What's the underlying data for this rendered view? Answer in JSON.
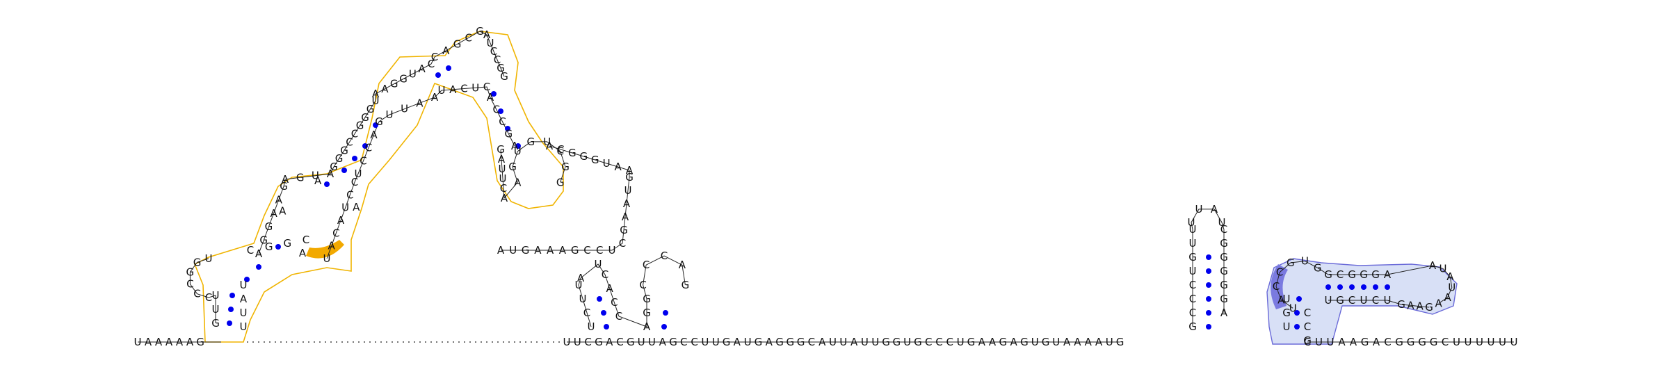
{
  "diagram": {
    "type": "rna-secondary-structure",
    "colors": {
      "base_text": "#111111",
      "backbone": "#222222",
      "pair_dot": "#0000ee",
      "highlight_outline": "#f0b400",
      "highlight_fill": "#f2a900",
      "highlight2_outline": "#6a6ad8",
      "highlight2_fill": "#d8e0f6",
      "highlight2_strong": "#7a7ae0"
    },
    "strand_left": [
      "U",
      "A",
      "A",
      "A",
      "A",
      "A",
      "G"
    ],
    "strand_mid": [
      "U",
      "U",
      "C",
      "G",
      "A",
      "C",
      "G",
      "U",
      "U",
      "A",
      "G",
      "C",
      "C",
      "U",
      "U",
      "G",
      "A",
      "U",
      "G",
      "A",
      "G",
      "G",
      "G",
      "C",
      "A",
      "U",
      "U",
      "A",
      "U",
      "U",
      "G",
      "G",
      "U",
      "G",
      "C",
      "C",
      "C",
      "U",
      "G",
      "A",
      "A",
      "G",
      "A",
      "G",
      "U",
      "G",
      "U",
      "A",
      "A",
      "A",
      "A",
      "U",
      "G"
    ],
    "strand_right": [
      "C",
      "U",
      "U",
      "A",
      "A",
      "G",
      "A",
      "C",
      "G",
      "G",
      "G",
      "G",
      "C",
      "U",
      "U",
      "U",
      "U",
      "U",
      "U"
    ],
    "hairpin_a": [
      "G",
      "U",
      "U",
      "C",
      "C",
      "C",
      "G",
      "G",
      "U",
      "U",
      "A",
      "U",
      "U",
      "C",
      "G",
      "G",
      "C",
      "A",
      "A",
      "A",
      "A"
    ],
    "arm_yellow_left": [
      "A",
      "G",
      "G",
      "A",
      "A",
      "G",
      "A",
      "G",
      "U",
      "A",
      "G",
      "G",
      "G",
      "C",
      "C",
      "G",
      "G",
      "G",
      "U",
      "A",
      "A",
      "G",
      "G",
      "U",
      "A",
      "C",
      "C",
      "A",
      "G",
      "C",
      "G",
      "A",
      "U",
      "C",
      "C",
      "G",
      "G"
    ],
    "arm_yellow_right": [
      "U",
      "A",
      "C",
      "A",
      "U",
      "C",
      "C",
      "U",
      "C",
      "C",
      "A",
      "G",
      "U",
      "U",
      "A",
      "A",
      "U",
      "A",
      "C",
      "U",
      "C",
      "A",
      "C",
      "C",
      "G",
      "A"
    ],
    "arm_inner": [
      "G",
      "A",
      "U",
      "U",
      "C",
      "A",
      "A",
      "G",
      "U",
      "G",
      "U",
      "C",
      "G",
      "G"
    ],
    "loop_big": [
      "A",
      "C",
      "G",
      "G",
      "G",
      "U",
      "A",
      "A",
      "G",
      "U",
      "A",
      "A",
      "G",
      "C",
      "U",
      "C",
      "C",
      "G",
      "A",
      "A",
      "A",
      "G",
      "U",
      "A"
    ],
    "small_hp": [
      "U",
      "C",
      "U",
      "U",
      "A",
      "U",
      "C",
      "A",
      "C",
      "C",
      "A",
      "G",
      "G",
      "C",
      "C",
      "C",
      "A",
      "G"
    ],
    "hp_right_left": [
      "G",
      "C",
      "C",
      "C",
      "U",
      "G",
      "U",
      "U"
    ],
    "hp_right_loop": [
      "U",
      "U",
      "A",
      "U"
    ],
    "hp_right_right": [
      "C",
      "G",
      "G",
      "G",
      "G",
      "G",
      "A"
    ],
    "blue_loop": [
      "U",
      "A",
      "C",
      "C",
      "G",
      "U",
      "G"
    ],
    "blue_top": [
      "G",
      "C",
      "G",
      "G",
      "G",
      "A",
      "A",
      "U",
      "A",
      "U",
      "A",
      "A"
    ],
    "blue_bottom": [
      "U",
      "G",
      "C",
      "U",
      "C",
      "U",
      "G",
      "A",
      "A",
      "G"
    ],
    "blue_stem": [
      "U",
      "G",
      "U",
      "C",
      "C",
      "G"
    ]
  }
}
